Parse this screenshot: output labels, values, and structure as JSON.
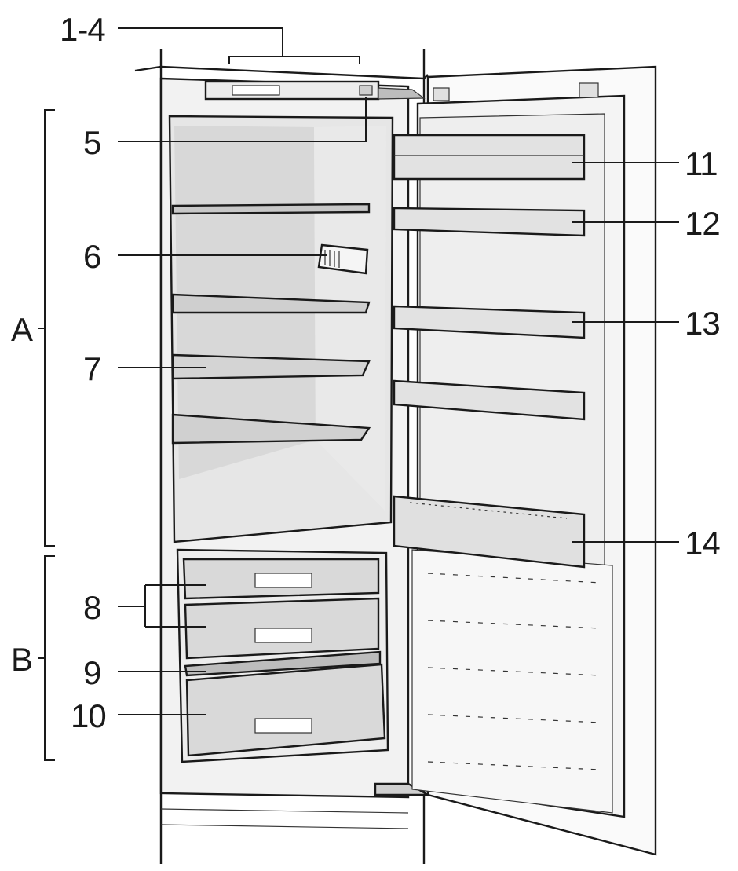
{
  "labels": {
    "top_controls": "1-4",
    "control_5": "5",
    "item_6": "6",
    "item_7": "7",
    "item_8": "8",
    "item_9": "9",
    "item_10": "10",
    "item_11": "11",
    "item_12": "12",
    "item_13": "13",
    "item_14": "14",
    "section_a": "A",
    "section_b": "B"
  },
  "colors": {
    "line": "#1a1a1a",
    "cabinet_interior": "#e6e6e6",
    "cabinet_shade": "#d4d4d4",
    "door_liner": "#f4f4f4",
    "shelf_glass": "#dcdcdc",
    "drawer_fill": "#d9d9d9"
  }
}
